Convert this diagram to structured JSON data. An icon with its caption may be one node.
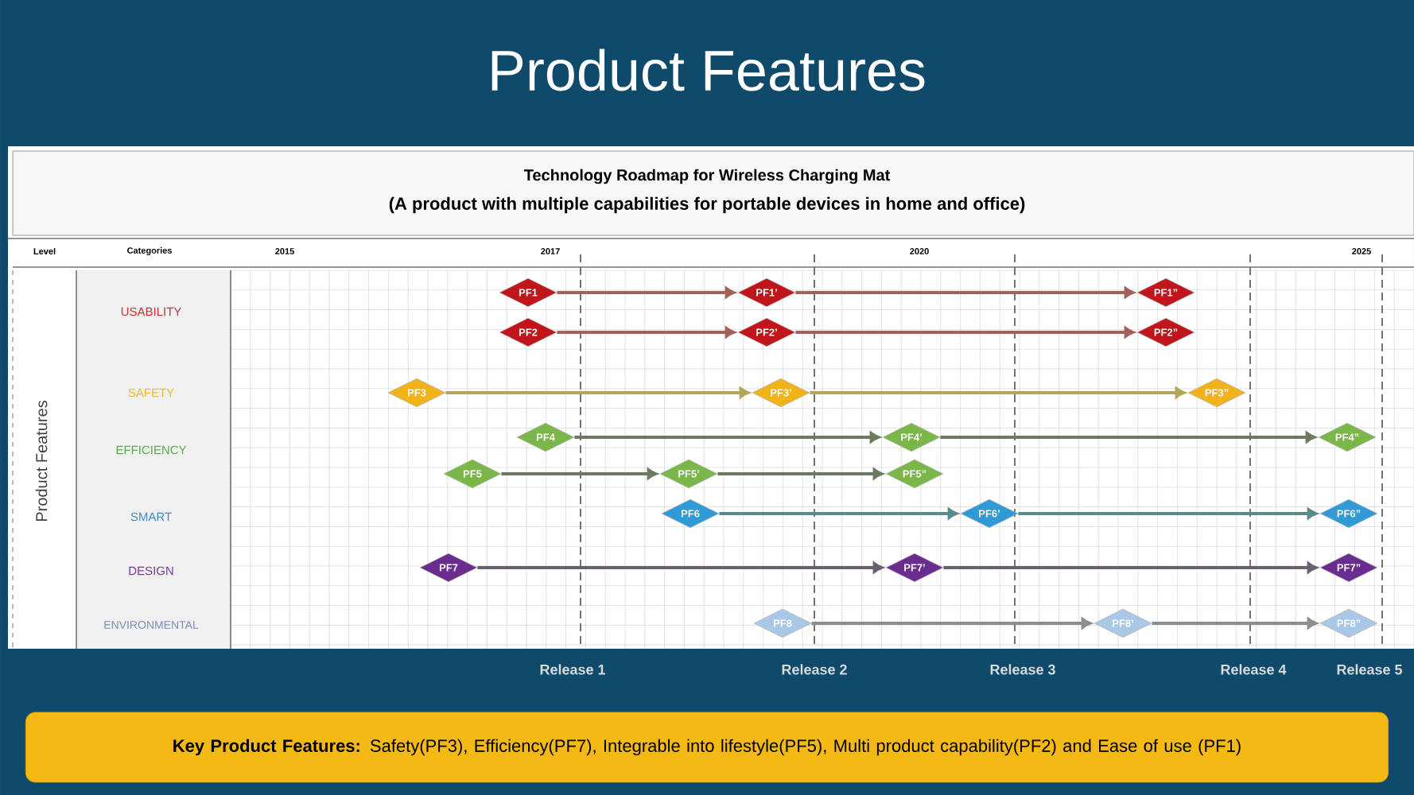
{
  "diagram": {
    "title": "Product Features",
    "nodes": [
      {
        "text": [
          "PF1"
        ]
      },
      {
        "text": [
          "PF1’"
        ]
      },
      {
        "text": [
          "PF1”"
        ]
      },
      {
        "text": [
          "PF2"
        ]
      },
      {
        "text": [
          "PF2’"
        ]
      },
      {
        "text": [
          "PF2”"
        ]
      },
      {
        "text": [
          "PF3"
        ]
      },
      {
        "text": [
          "PF3’"
        ]
      },
      {
        "text": [
          "PF3”"
        ]
      },
      {
        "text": [
          "PF4"
        ]
      },
      {
        "text": [
          "PF4’"
        ]
      },
      {
        "text": [
          "PF4”"
        ]
      },
      {
        "text": [
          "PF5"
        ]
      },
      {
        "text": [
          "PF5’"
        ]
      },
      {
        "text": [
          "PF5”"
        ]
      },
      {
        "text": [
          "PF6"
        ]
      },
      {
        "text": [
          "PF6’"
        ]
      },
      {
        "text": [
          "PF6”"
        ]
      },
      {
        "text": [
          "PF7"
        ]
      },
      {
        "text": [
          "PF7’"
        ]
      },
      {
        "text": [
          "PF7”"
        ]
      },
      {
        "text": [
          "PF8"
        ]
      },
      {
        "text": [
          "PF8’"
        ]
      },
      {
        "text": [
          "PF8”"
        ]
      },
      {
        "text": [
          "**Key Product Features:** Safety(PF3), Efficiency(PF7), Integrable into lifestyle(PF5), Multi product capability(PF2) and Ease of use (PF1)"
        ]
      }
    ],
    "edges": [
      {
        "from": 0,
        "to": 1,
        "arrow": "to",
        "color": "#a0625a"
      },
      {
        "from": 1,
        "to": 2,
        "arrow": "to",
        "color": "#a0625a"
      },
      {
        "from": 3,
        "to": 4,
        "arrow": "to",
        "color": "#a0625a"
      },
      {
        "from": 4,
        "to": 5,
        "arrow": "to",
        "color": "#a0625a"
      },
      {
        "from": 6,
        "to": 7,
        "arrow": "to",
        "color": "#b5a55a"
      },
      {
        "from": 7,
        "to": 8,
        "arrow": "to",
        "color": "#b5a55a"
      },
      {
        "from": 9,
        "to": 10,
        "arrow": "to",
        "color": "#6e7a60"
      },
      {
        "from": 10,
        "to": 11,
        "arrow": "to",
        "color": "#6e7a60"
      },
      {
        "from": 12,
        "to": 13,
        "arrow": "to",
        "color": "#6e7a60"
      },
      {
        "from": 13,
        "to": 14,
        "arrow": "to",
        "color": "#6e7a60"
      },
      {
        "from": 15,
        "to": 16,
        "arrow": "to",
        "color": "#5a8a8a"
      },
      {
        "from": 16,
        "to": 17,
        "arrow": "to",
        "color": "#5a8a8a"
      },
      {
        "from": 18,
        "to": 19,
        "arrow": "to",
        "color": "#6a6070"
      },
      {
        "from": 19,
        "to": 20,
        "arrow": "to",
        "color": "#6a6070"
      },
      {
        "from": 21,
        "to": 22,
        "arrow": "to",
        "color": "#8a9090"
      },
      {
        "from": 22,
        "to": 23,
        "arrow": "to",
        "color": "#8a9090"
      }
    ],
    "labels": [
      "Technology Roadmap for Wireless Charging Mat",
      "(A product with multiple capabilities for portable devices in home and office)",
      "Level",
      "Categories",
      "2015",
      "2017",
      "2020",
      "2025",
      "Product Features",
      "USABILITY",
      "SAFETY",
      "EFFICIENCY",
      "SMART",
      "DESIGN",
      "ENVIRONMENTAL",
      "Release 1",
      "Release 2",
      "Release 3",
      "Release 4",
      "Release 5"
    ]
  }
}
